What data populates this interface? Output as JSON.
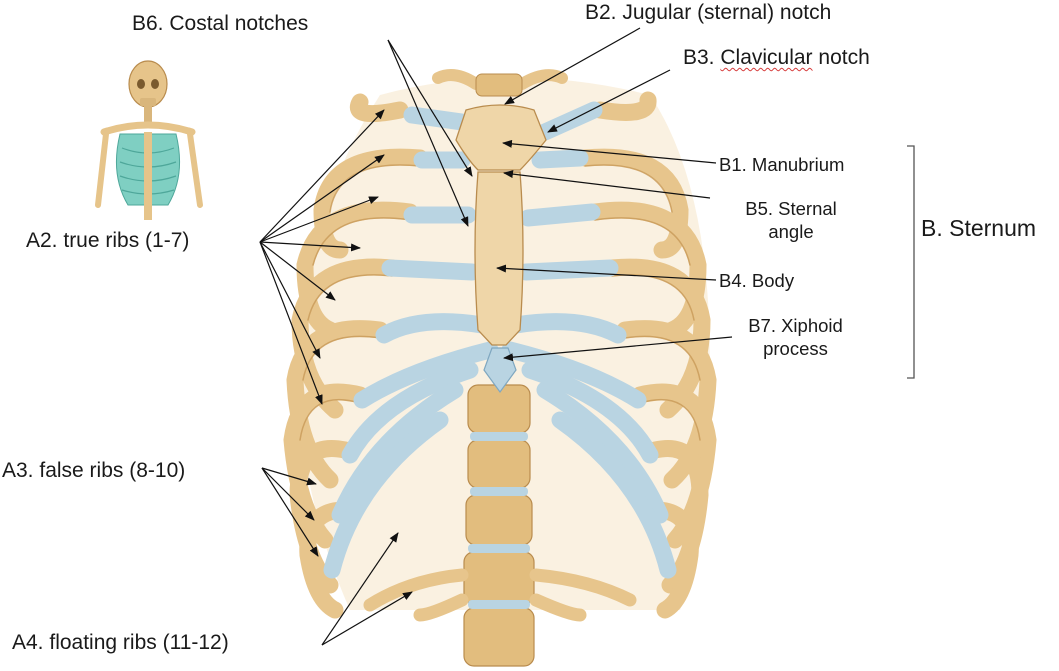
{
  "colors": {
    "bone": "#e7c58c",
    "bone_dark": "#b98c4e",
    "cartilage": "#b9d4e2",
    "cartilage_dark": "#7fa7c0",
    "leader": "#111111",
    "bracket": "#555555",
    "spell_mark": "#d63a3a",
    "thumb_skeleton": "#e6c48a",
    "thumb_ribcage": "#7fcfc2"
  },
  "labels": {
    "costal_notches": "B6.  Costal notches",
    "jugular_notch": "B2.  Jugular (sternal) notch",
    "clavicular_notch_prefix": "B3.  ",
    "clavicular_notch_word": "Clavicular",
    "clavicular_notch_suffix": " notch",
    "manubrium": "B1.  Manubrium",
    "sternal_angle_line1": "B5.  Sternal",
    "sternal_angle_line2": "angle",
    "body": "B4.  Body",
    "xiphoid_line1": "B7.  Xiphoid",
    "xiphoid_line2": "process",
    "sternum": "B. Sternum",
    "true_ribs": "A2.  true ribs (1-7)",
    "false_ribs": "A3.  false ribs (8-10)",
    "floating_ribs": "A4.  floating ribs (11-12)"
  },
  "icons": {
    "thumbnail": "skeleton-thumbnail-icon",
    "ribcage": "ribcage-illustration"
  }
}
